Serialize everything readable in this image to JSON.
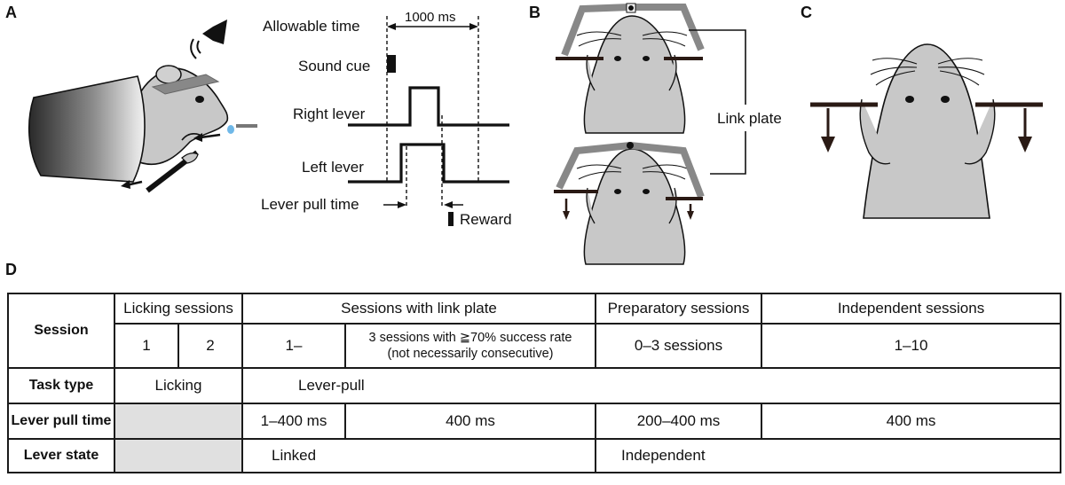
{
  "panels": {
    "a": "A",
    "b": "B",
    "c": "C",
    "d": "D"
  },
  "timing": {
    "allowable_time": "Allowable time",
    "duration": "1000 ms",
    "sound_cue": "Sound cue",
    "right_lever": "Right lever",
    "left_lever": "Left lever",
    "lever_pull_time": "Lever pull time",
    "reward": "Reward"
  },
  "link_plate_label": "Link plate",
  "table": {
    "session_header": "Session",
    "groups": {
      "licking": "Licking sessions",
      "link_plate": "Sessions with link plate",
      "preparatory": "Preparatory sessions",
      "independent": "Independent sessions"
    },
    "sessions": {
      "lick1": "1",
      "lick2": "2",
      "link1": "1–",
      "link2_line1": "3 sessions with ≧70% success rate",
      "link2_line2": "(not necessarily consecutive)",
      "prep": "0–3 sessions",
      "indep": "1–10"
    },
    "task_type": {
      "header": "Task type",
      "licking": "Licking",
      "lever_pull": "Lever-pull"
    },
    "lever_pull_time": {
      "header": "Lever pull time",
      "link1": "1–400 ms",
      "link2": "400 ms",
      "prep": "200–400 ms",
      "indep": "400 ms"
    },
    "lever_state": {
      "header": "Lever state",
      "linked": "Linked",
      "independent": "Independent"
    }
  }
}
